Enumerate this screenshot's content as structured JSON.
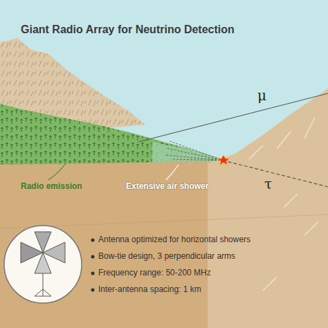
{
  "diagram": {
    "title": "Giant Radio Array for Neutrino Detection",
    "labels": [
      "Radio emission",
      "Extensive air shower",
      "μ",
      "τ",
      "Antenna optimized for horizontal showers",
      "Bow-tie design, 3 perpendicular arms",
      "Frequency range: 50-200 MHz",
      "Inter-antenna spacing: 1 km"
    ]
  }
}
